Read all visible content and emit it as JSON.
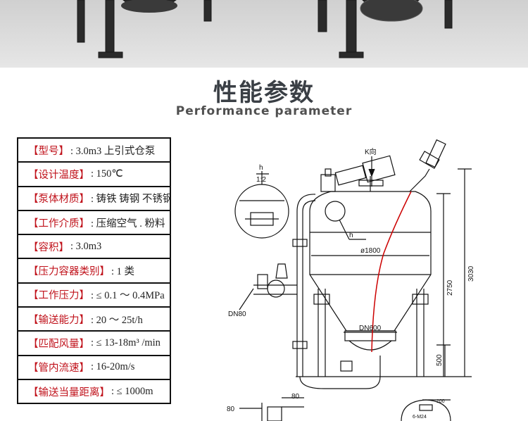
{
  "section": {
    "title_zh": "性能参数",
    "title_en": "Performance parameter"
  },
  "specs": [
    {
      "label": "【型号】",
      "value": ": 3.0m3 上引式仓泵"
    },
    {
      "label": "【设计温度】",
      "value": ": 150℃"
    },
    {
      "label": "【泵体材质】",
      "value": ": 铸铁 铸钢 不锈钢"
    },
    {
      "label": "【工作介质】",
      "value": ": 压缩空气 . 粉料"
    },
    {
      "label": "【容积】",
      "value": ": 3.0m3"
    },
    {
      "label": "【压力容器类别】",
      "value": ": 1 类"
    },
    {
      "label": "【工作压力】",
      "value": ": ≤ 0.1 ～ 0.4MPa"
    },
    {
      "label": "【输送能力】",
      "value": ": 20 ～ 25t/h"
    },
    {
      "label": "【匹配风量】",
      "value": ": ≤ 13-18m³ /min"
    },
    {
      "label": "【管内流速】",
      "value": ": 16-20m/s"
    },
    {
      "label": "【输送当量距离】",
      "value": ": ≤ 1000m"
    }
  ],
  "drawing": {
    "view_label": "K向",
    "detail_label": "h",
    "detail_scale": "1:2",
    "callout_h": "h",
    "dim_diameter": "ø1800",
    "dim_outlet": "DN600",
    "dim_inlet": "DN80",
    "dim_2750": "2750",
    "dim_3030": "3030",
    "dim_500": "500",
    "dim_80a": "80",
    "dim_80b": "80",
    "dim_100": "100",
    "dim_bolt": "6-M24"
  }
}
